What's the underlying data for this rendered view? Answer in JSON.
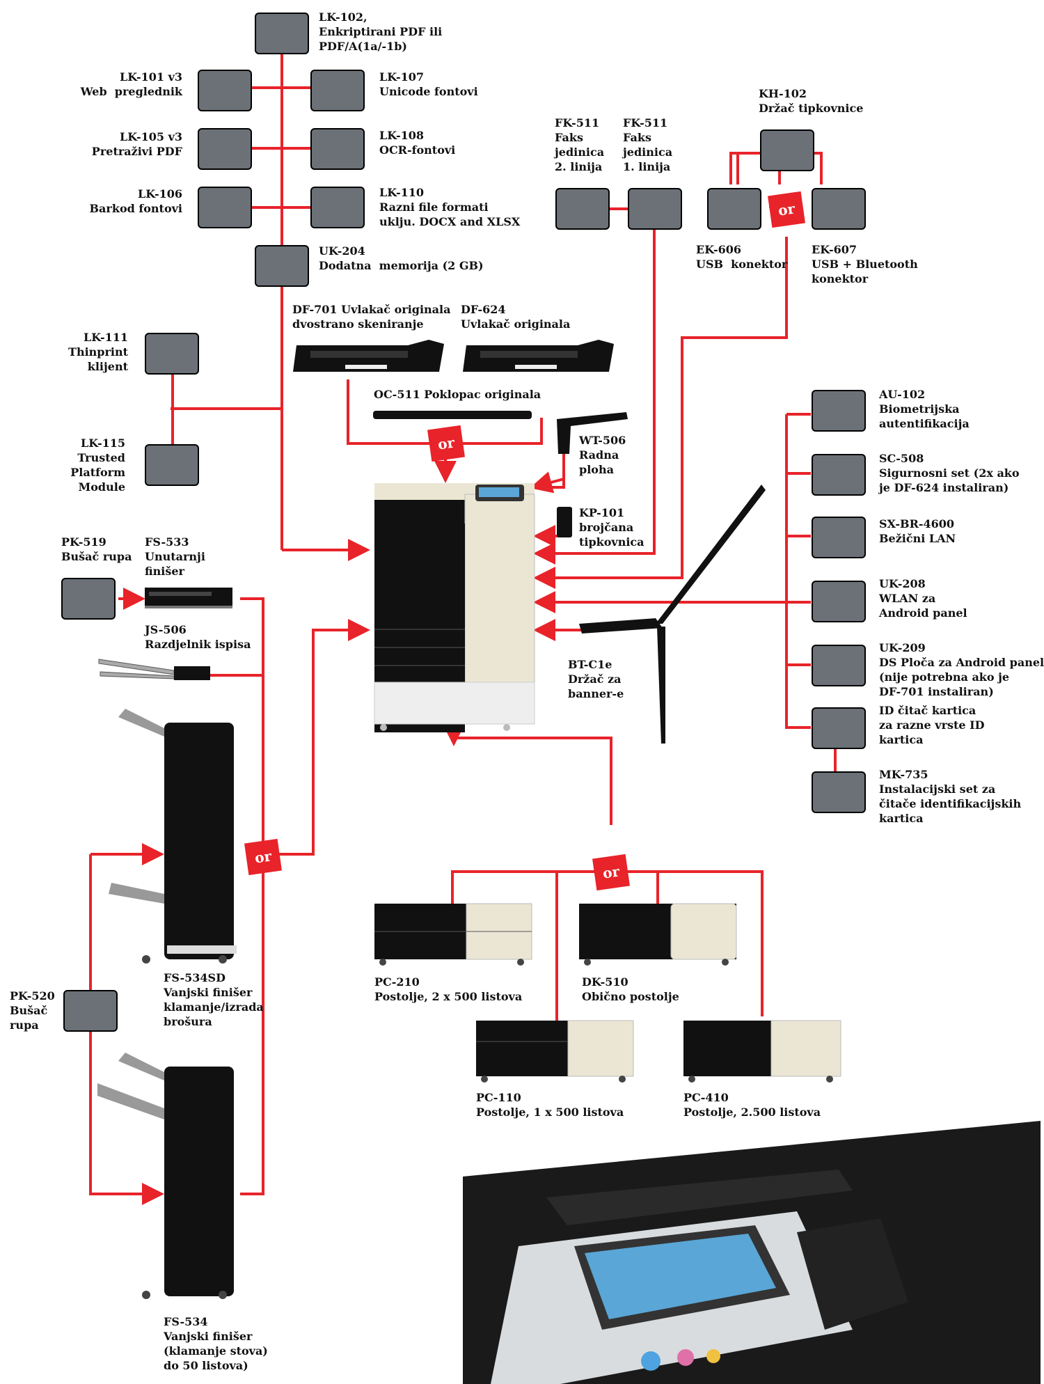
{
  "labels": {
    "lk102": "LK-102,\nEnkriptirani PDF ili\nPDF/A(1a/-1b)",
    "lk101": "LK-101 v3\nWeb  preglednik",
    "lk107": "LK-107\nUnicode fontovi",
    "lk105": "LK-105 v3\nPretraživi PDF",
    "lk108": "LK-108\nOCR-fontovi",
    "lk106": "LK-106\nBarkod fontovi",
    "lk110": "LK-110\nRazni file formati\nuklju. DOCX and XLSX",
    "uk204": "UK-204\nDodatna  memorija (2 GB)",
    "fk511_2": "FK-511\nFaks\njedinica\n2. linija",
    "fk511_1": "FK-511\nFaks\njedinica\n1. linija",
    "kh102": "KH-102\nDržač tipkovnice",
    "ek606": "EK-606\nUSB  konektor",
    "ek607": "EK-607\nUSB + Bluetooth\nkonektor",
    "df701": "DF-701 Uvlakač originala\ndvostrano skeniranje",
    "df624": "DF-624\nUvlakač originala",
    "lk111": "LK-111\nThinprint\nklijent",
    "oc511": "OC-511 Poklopac originala",
    "lk115": "LK-115\nTrusted\nPlatform\nModule",
    "wt506": "WT-506\nRadna\nploha",
    "kp101": "KP-101\nbrojčana\ntipkovnica",
    "au102": "AU-102\nBiometrijska\nautentifikacija",
    "sc508": "SC-508\nSigurnosni set (2x ako\nje DF-624 instaliran)",
    "sxbr": "SX-BR-4600\nBežični LAN",
    "uk208": "UK-208\nWLAN za\nAndroid panel",
    "uk209": "UK-209\nDS Ploča za Android panel\n(nije potrebna ako je\nDF-701 instaliran)",
    "idcard": "ID čitač kartica\nza razne vrste ID\nkartica",
    "mk735": "MK-735\nInstalacijski set za\nčitače identifikacijskih\nkartica",
    "pk519": "PK-519\nBušač rupa",
    "fs533": "FS-533\nUnutarnji\nfinišer",
    "js506": "JS-506\nRazdjelnik ispisa",
    "btc1e": "BT-C1e\nDržač za\nbanner-e",
    "fs534sd": "FS-534SD\nVanjski finišer\nklamanje/izrada\nbrošura",
    "pk520": "PK-520\nBušač\nrupa",
    "pc210": "PC-210\nPostolje, 2 x 500 listova",
    "dk510": "DK-510\nObično postolje",
    "pc110": "PC-110\nPostolje, 1 x 500 listova",
    "pc410": "PC-410\nPostolje, 2.500 listova",
    "fs534": "FS-534\nVanjski finišer\n(klamanje stova)\ndo 50 listova)"
  },
  "or_label": "or",
  "colors": {
    "connector": "#e8232a",
    "box": "#6b7177"
  }
}
